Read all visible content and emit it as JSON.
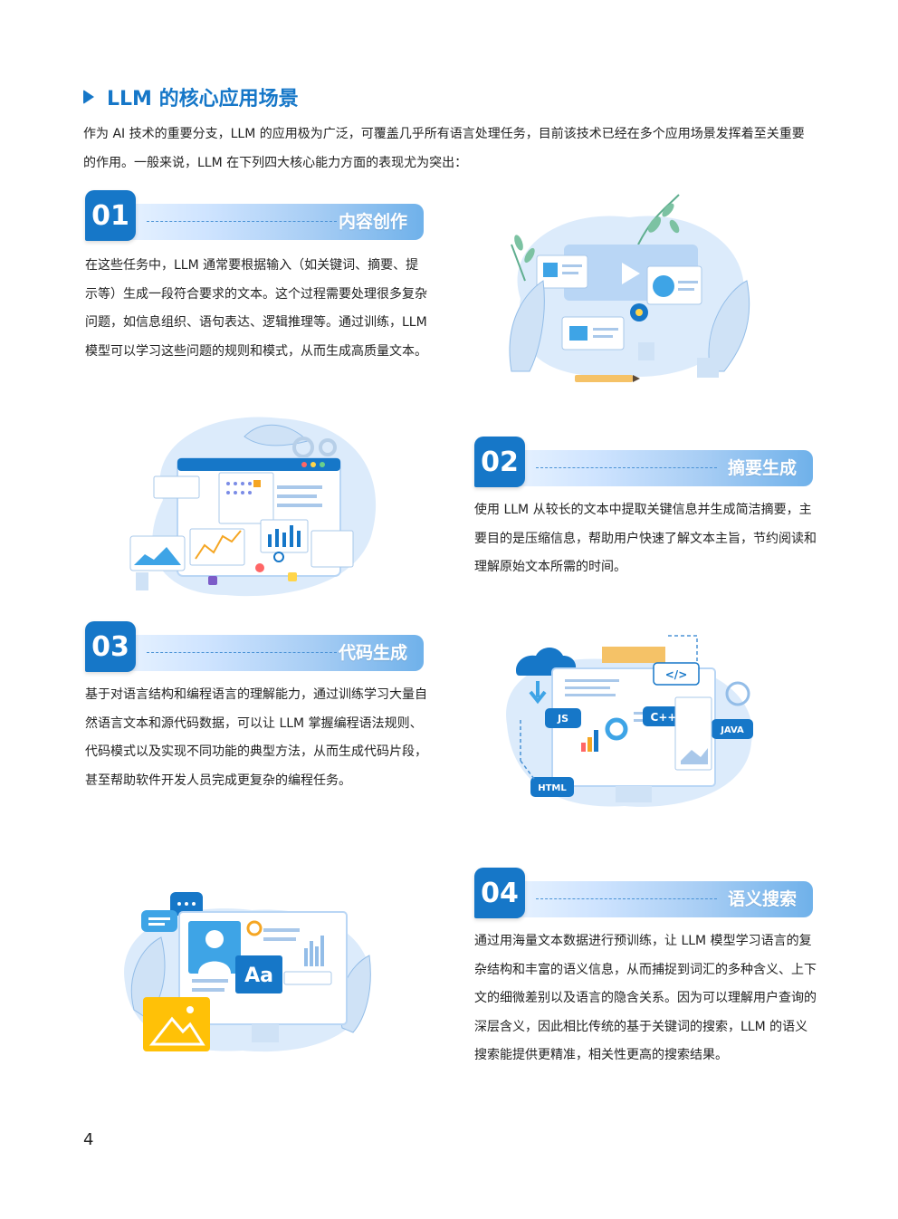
{
  "section": {
    "title": "LLM 的核心应用场景",
    "intro": "作为 AI 技术的重要分支，LLM 的应用极为广泛，可覆盖几乎所有语言处理任务，目前该技术已经在多个应用场景发挥着至关重要的作用。一般来说，LLM 在下列四大核心能力方面的表现尤为突出："
  },
  "cards": [
    {
      "num": "01",
      "title": "内容创作",
      "text": "在这些任务中，LLM 通常要根据输入（如关键词、摘要、提示等）生成一段符合要求的文本。这个过程需要处理很多复杂问题，如信息组织、语句表达、逻辑推理等。通过训练，LLM 模型可以学习这些问题的规则和模式，从而生成高质量文本。"
    },
    {
      "num": "02",
      "title": "摘要生成",
      "text": "使用 LLM 从较长的文本中提取关键信息并生成简洁摘要，主要目的是压缩信息，帮助用户快速了解文本主旨，节约阅读和理解原始文本所需的时间。"
    },
    {
      "num": "03",
      "title": "代码生成",
      "text": "基于对语言结构和编程语言的理解能力，通过训练学习大量自然语言文本和源代码数据，可以让 LLM 掌握编程语法规则、代码模式以及实现不同功能的典型方法，从而生成代码片段，甚至帮助软件开发人员完成更复杂的编程任务。"
    },
    {
      "num": "04",
      "title": "语义搜索",
      "text": "通过用海量文本数据进行预训练，让 LLM 模型学习语言的复杂结构和丰富的语义信息，从而捕捉到词汇的多种含义、上下文的细微差别以及语言的隐含关系。因为可以理解用户查询的深层含义，因此相比传统的基于关键词的搜索，LLM 的语义搜索能提供更精准，相关性更高的搜索结果。"
    }
  ],
  "illustrations": {
    "code_tags": [
      "</>",
      "JS",
      "C++",
      "JAVA",
      "HTML"
    ],
    "search_tag": "Aa"
  },
  "page_number": "4"
}
